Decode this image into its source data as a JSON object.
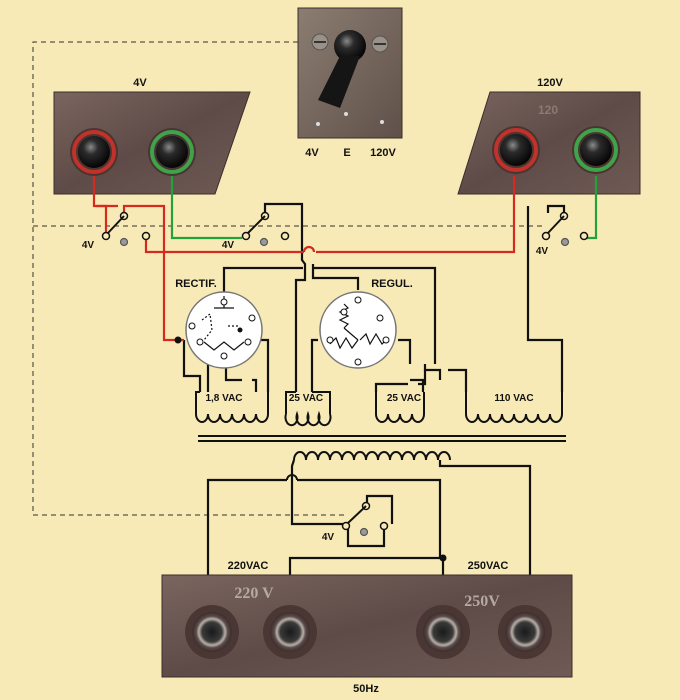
{
  "panels": {
    "left_label": "4V",
    "right_label": "120V",
    "selector_labels": [
      "4V",
      "E",
      "120V"
    ],
    "mains_label_left": "220VAC",
    "mains_label_right": "250VAC",
    "mains_plate_text_left": "220 V",
    "mains_plate_text_right": "250V",
    "frequency": "50Hz",
    "right_plate_marking": "120"
  },
  "switches": {
    "sw1_label": "4V",
    "sw2_label": "4V",
    "sw3_label": "4V",
    "sw4_label": "4V"
  },
  "tubes": {
    "rectifier_label": "RECTIF.",
    "regulator_label": "REGUL."
  },
  "windings": {
    "w1": "1,8 VAC",
    "w2": "25 VAC",
    "w3": "25 VAC",
    "w4": "110 VAC"
  },
  "colors": {
    "background": "#f8eab6",
    "wire": "#111111",
    "positive_wire": "#d42a1f",
    "negative_wire": "#22a33a",
    "panel": "#6e5a55"
  }
}
